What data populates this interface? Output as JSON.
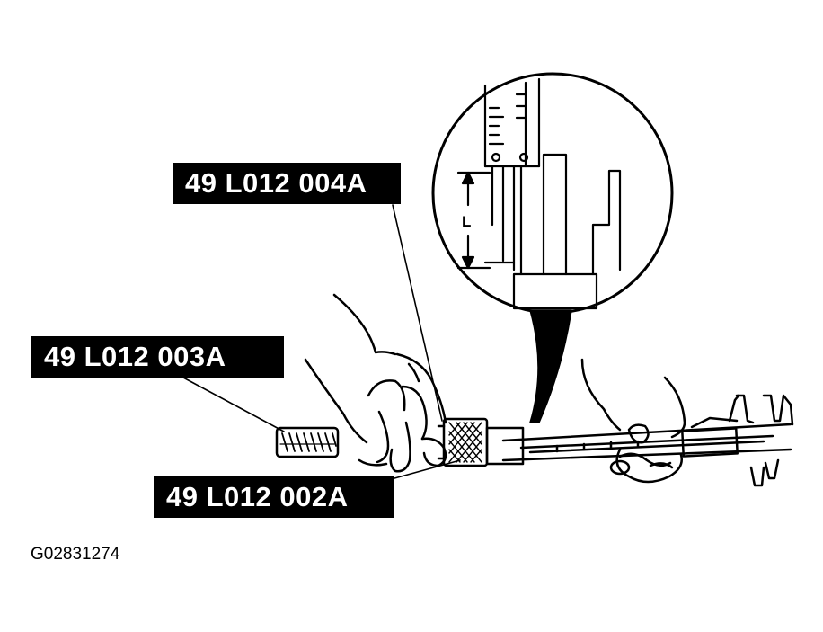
{
  "callouts": {
    "tool_004": "49 L012 004A",
    "tool_003": "49 L012 003A",
    "tool_002": "49 L012 002A"
  },
  "detail": {
    "dimension_label": "L"
  },
  "figure_id": "G02831274",
  "colors": {
    "ink": "#000000",
    "paper": "#ffffff"
  }
}
